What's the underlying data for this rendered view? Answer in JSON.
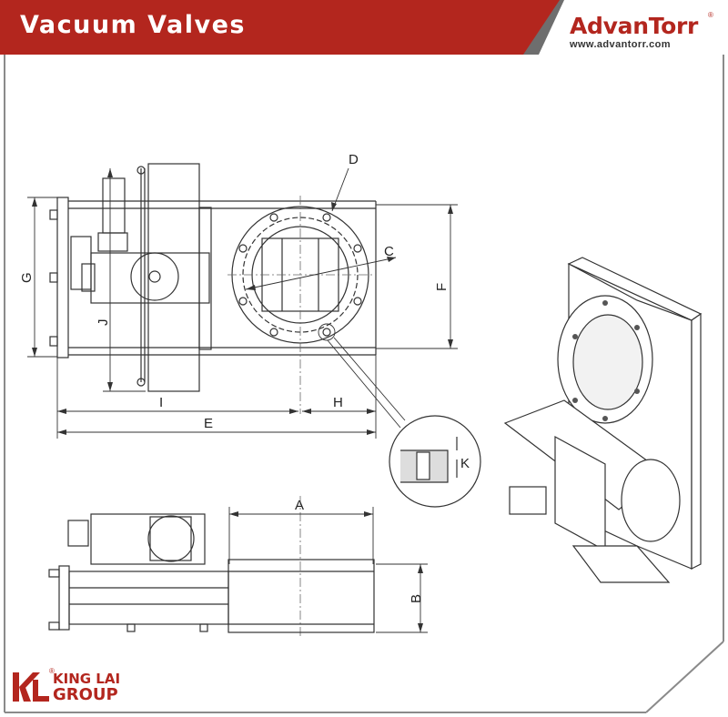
{
  "header": {
    "title": "Vacuum Valves",
    "brand_name": "AdvanTorr",
    "brand_mark": "®",
    "brand_url": "www.advantorr.com"
  },
  "dimensions": {
    "a": "A",
    "b": "B",
    "c": "C",
    "d": "D",
    "e": "E",
    "f": "F",
    "g": "G",
    "h": "H",
    "i": "I",
    "j": "J",
    "k": "K"
  },
  "footer": {
    "logo_letters": "KL",
    "reg_mark": "®",
    "line1": "KING LAI",
    "line2": "GROUP"
  },
  "colors": {
    "brand_red": "#b3261e",
    "line": "#333333",
    "frame_gray": "#7a7a7a"
  }
}
